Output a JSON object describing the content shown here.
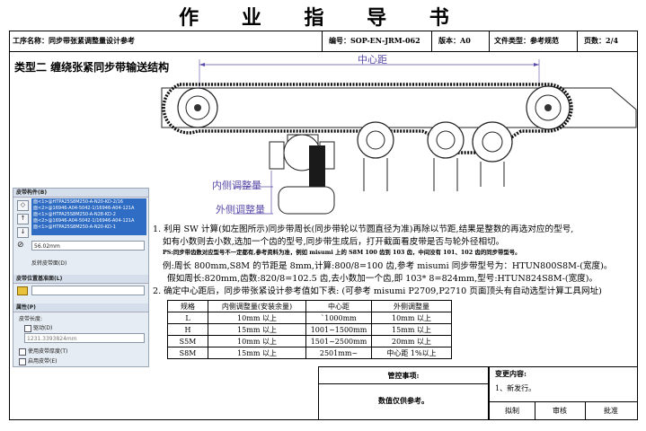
{
  "title": "作 业 指 导 书",
  "header": {
    "process_label": "工序名称：同步带张紧调整量设计参考",
    "doc_no": "编号：SOP-EN-JRM-062",
    "version": "版本：A0",
    "file_type": "文件类型：参考规范",
    "page": "页数：2/4"
  },
  "section_title": "类型二 缠绕张紧同步带输送结构",
  "diagram": {
    "center_distance_label": "中心距",
    "inner_adjust_label": "内侧调整量",
    "outer_adjust_label": "外侧调整量"
  },
  "property_panel": {
    "title": "皮带构件(B)",
    "list_items": [
      "面<1>@HTPA25S8M250-A-N20-KD-2/16",
      "面<2>@16946-A04-5042-1/16946-A04-121A",
      "面<1>@HTPA25S8M250-A-N28-KD-2",
      "面<2>@16946-A04-5042-1/16946-A04-121A",
      "面<1>@HTPA25S8M250-A-N20-KD-1"
    ],
    "distance_value": "56.02mm",
    "flip_label": "反转皮带面(D)",
    "position_title": "皮带位置基准面(L)",
    "props_title": "属性(P)",
    "belt_length_label": "皮带长度:",
    "drive_label": "驱动(D)",
    "length_value": "1231.3393824mm",
    "thickness_label": "使用皮带厚度(T)",
    "enable_belt_label": "启用皮带(E)"
  },
  "body": {
    "p1_line1": "1. 利用 SW 计算(如左图所示)同步带周长(同步带轮以节圆直径为准)再除以节距,结果是整数的再选对应的型号,",
    "p1_line2": "如有小数则去小数,选加一个齿的型号,同步带生成后，打开截面看皮带是否与轮外径相切。",
    "ps": "PS:同步带齿数对应型号不一定都有,参考资料为准，例如 misumi 上的 S8M 100 齿到 103 齿，中间没有 101、102 齿的同步带型号。",
    "example1": "例:周长 800mm,S8M 的节距是 8mm,计算:800/8=100 齿,参考 misumi 同步带型号为：HTUN800S8M-(宽度)。",
    "example2": "假如周长:820mm,齿数:820/8=102.5 齿,去小数加一个齿,即 103* 8=824mm,型号:HTUN824S8M-(宽度)。",
    "p2": "2. 确定中心距后，同步带张紧设计参考值如下表: (可参考 misumi P2709,P2710 页面顶头有自动选型计算工具网址)"
  },
  "table": {
    "headers": [
      "规格",
      "内侧调整量(安装余量)",
      "中心距",
      "外侧调整量"
    ],
    "rows": [
      [
        "L",
        "10mm 以上",
        "`1000mm",
        "10mm 以上"
      ],
      [
        "H",
        "15mm 以上",
        "1001~1500mm",
        "15mm 以上"
      ],
      [
        "S5M",
        "10mm 以上",
        "1501~2500mm",
        "20mm 以上"
      ],
      [
        "S8M",
        "15mm 以上",
        "2501mm~",
        "中心距 1%以上"
      ]
    ]
  },
  "footer": {
    "notes_title": "管控事项:",
    "notes_text": "数值仅供参考。",
    "changes_title": "变更内容:",
    "changes_text": "1、新发行。",
    "draft": "拟制",
    "review": "审核",
    "approve": "批准"
  }
}
